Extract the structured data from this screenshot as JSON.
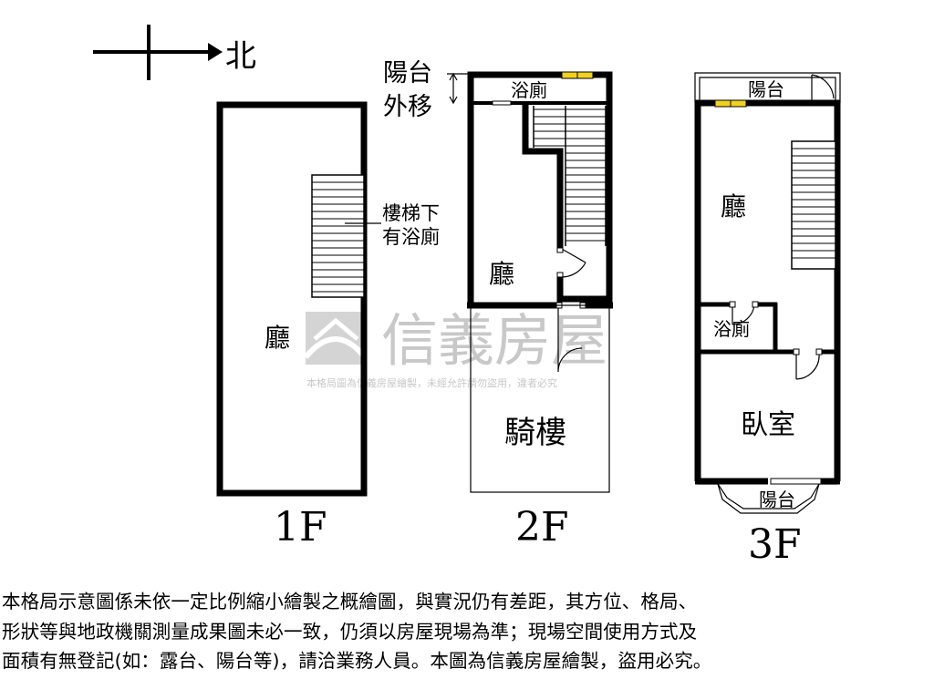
{
  "compass": {
    "north_label": "北"
  },
  "floors": [
    {
      "id": "1F",
      "label": "1F",
      "rooms": {
        "hall": "廳"
      },
      "notes": {
        "under_stairs": [
          "樓梯下",
          "有浴廁"
        ]
      }
    },
    {
      "id": "2F",
      "label": "2F",
      "rooms": {
        "bathroom": "浴廁",
        "hall": "廳",
        "arcade": "騎樓"
      },
      "notes": {
        "balcony_moved": [
          "陽台",
          "外移"
        ]
      }
    },
    {
      "id": "3F",
      "label": "3F",
      "rooms": {
        "balcony_top": "陽台",
        "hall": "廳",
        "bathroom": "浴廁",
        "bedroom": "臥室",
        "balcony_bottom": "陽台"
      }
    }
  ],
  "watermark": {
    "brand": "信義房屋",
    "notice": "本格局圖為信義房屋繪製，未經允許請勿盜用，違者必究",
    "color": "#c8c8c8"
  },
  "colors": {
    "wall": "#000000",
    "window": "#f2d21e"
  },
  "disclaimer": [
    "本格局示意圖係未依一定比例縮小繪製之概繪圖，與實況仍有差距，其方位、格局、",
    "形狀等與地政機關測量成果圖未必一致，仍須以房屋現場為準；現場空間使用方式及",
    "面積有無登記(如：露台、陽台等)，請洽業務人員。本圖為信義房屋繪製，盜用必究。"
  ]
}
